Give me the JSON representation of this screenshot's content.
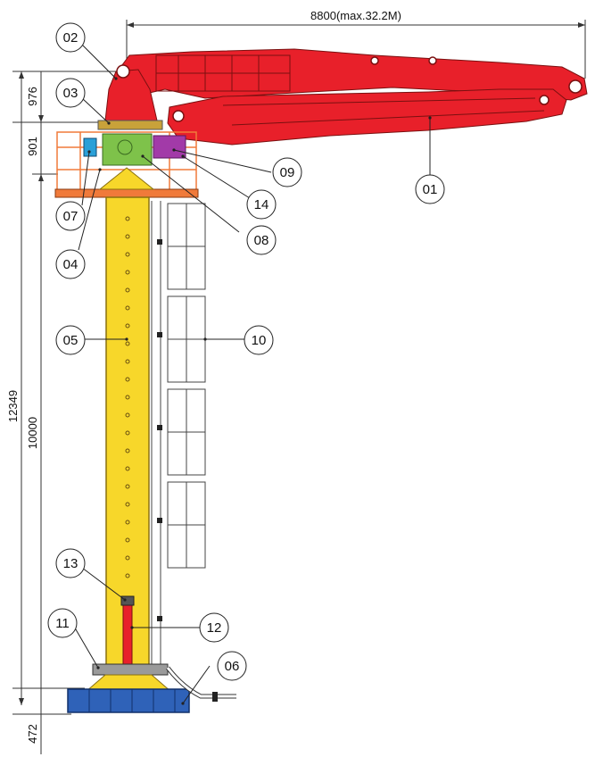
{
  "dimensions": {
    "boom_reach": "8800(max.32.2M)",
    "total_height": "12349",
    "top_section": "976",
    "platform_section": "901",
    "column_height": "10000",
    "base_height": "472"
  },
  "callouts": [
    "01",
    "02",
    "03",
    "04",
    "05",
    "06",
    "07",
    "08",
    "09",
    "10",
    "11",
    "12",
    "13",
    "14"
  ],
  "colors": {
    "boom": "#e8202a",
    "column": "#f7d72a",
    "platform": "#f07a3a",
    "base": "#2f62b8",
    "valve_box": "#7ec24a",
    "purple_box": "#a23aa8",
    "cyan_box": "#2aa0d8",
    "outline": "#333333"
  }
}
